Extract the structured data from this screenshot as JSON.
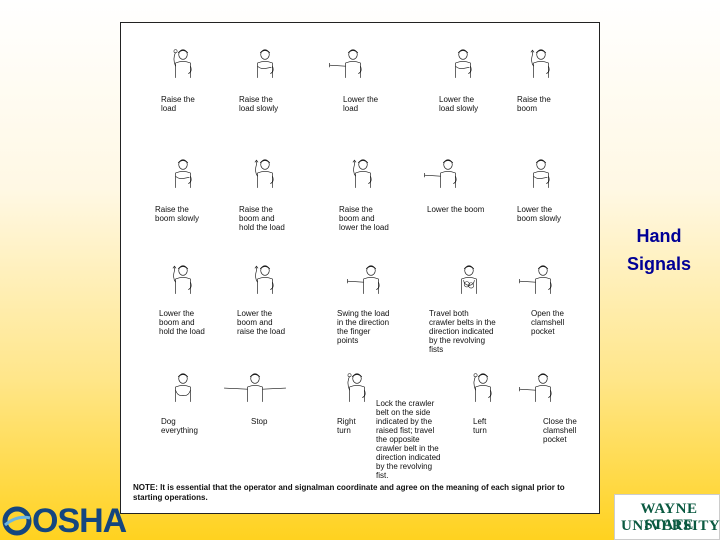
{
  "side_title": "Hand\nSignals",
  "note": "NOTE: It is essential that the operator and signalman coordinate and agree on the meaning of each signal prior to starting operations.",
  "signals": [
    {
      "label": "Raise the\nload"
    },
    {
      "label": "Raise the\nload slowly"
    },
    {
      "label": "Lower the\nload"
    },
    {
      "label": "Lower the\nload slowly"
    },
    {
      "label": "Raise the\nboom"
    },
    {
      "label": "Raise the\nboom slowly"
    },
    {
      "label": "Raise the\nboom and\nhold the load"
    },
    {
      "label": "Raise the\nboom and\nlower the load"
    },
    {
      "label": "Lower the boom"
    },
    {
      "label": "Lower the\nboom slowly"
    },
    {
      "label": "Lower the\nboom and\nhold the load"
    },
    {
      "label": "Lower the\nboom and\nraise the load"
    },
    {
      "label": "Swing the load\nin the direction\nthe finger\npoints"
    },
    {
      "label": "Travel both\ncrawler belts in the\ndirection indicated\nby the revolving\nfists"
    },
    {
      "label": "Open the\nclamshell\npocket"
    },
    {
      "label": "Dog\neverything"
    },
    {
      "label": "Stop"
    },
    {
      "label": "Right\nturn"
    },
    {
      "label": "Lock the crawler\nbelt on the side\nindicated by the\nraised fist; travel\nthe opposite\ncrawler belt in the\ndirection indicated\nby the revolving\nfist."
    },
    {
      "label": "Left\nturn"
    },
    {
      "label": "Close the\nclamshell\npocket"
    }
  ],
  "logos": {
    "osha": "OSHA",
    "wsu_line1": "WAYNE STATE",
    "wsu_line2": "UNIVERSITY"
  }
}
